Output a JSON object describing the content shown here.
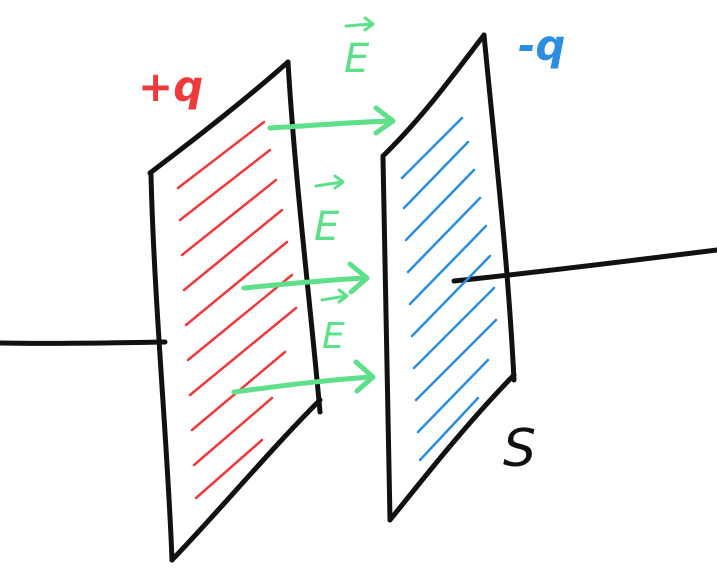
{
  "labels": {
    "positive_charge": "+q",
    "negative_charge": "-q",
    "field": "E",
    "area": "S"
  },
  "colors": {
    "wire": "#111111",
    "positive": "#ee3a3a",
    "negative": "#2a8fe0",
    "field": "#5ee08a"
  },
  "icons": {
    "field_vector_mark": "arrow-over-letter-icon"
  }
}
